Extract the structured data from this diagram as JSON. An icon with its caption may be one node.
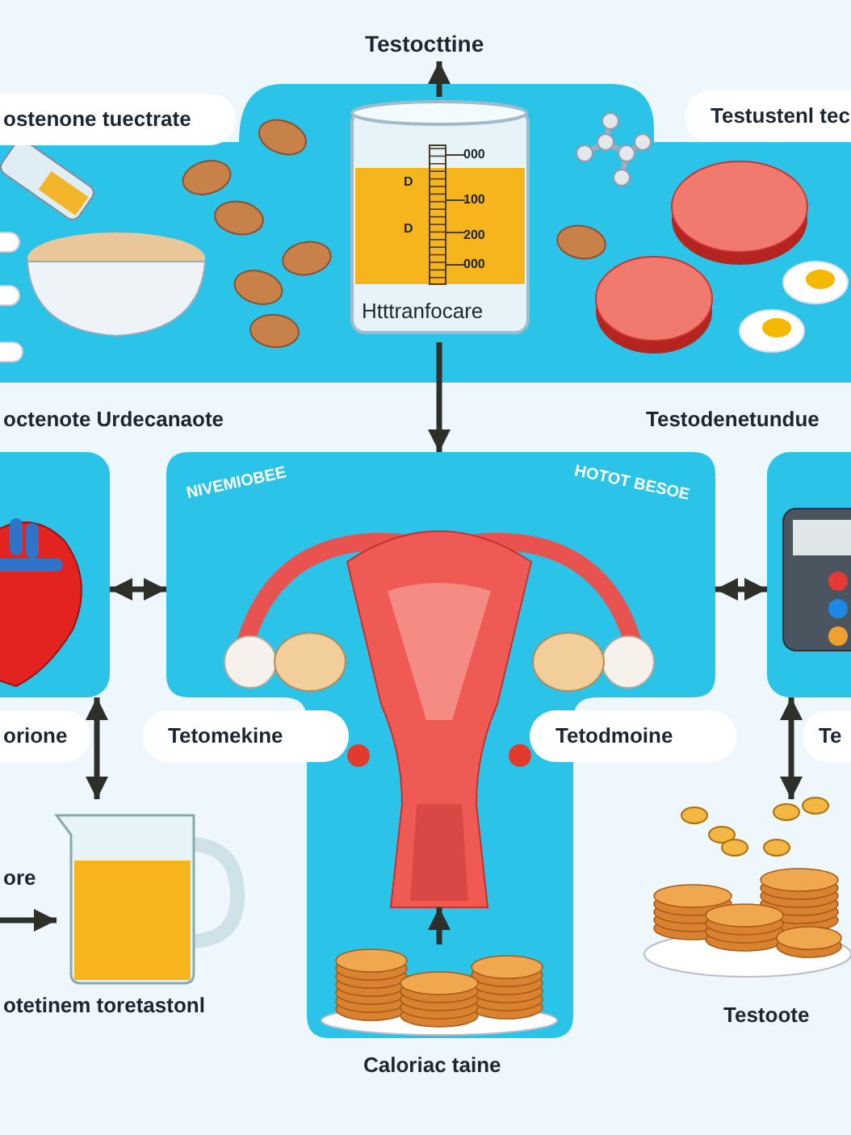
{
  "diagram": {
    "nodes": [
      {
        "text": [
          "Testocttine"
        ]
      },
      {
        "text": [
          "Htttranfocare"
        ]
      },
      {
        "text": [],
        "shape": "picture",
        "beside": [
          "octenote Urdecanaote"
        ]
      },
      {
        "text": [
          "NIVEMIOBEE",
          "HOTOT BESOE"
        ],
        "beside": [
          "Caloriac taine"
        ]
      },
      {
        "text": [],
        "shape": "picture",
        "in": 3
      },
      {
        "text": [],
        "shape": "picture",
        "in": 3
      },
      {
        "text": [],
        "shape": "picture",
        "beside": [
          "Testodenetundue"
        ]
      },
      {
        "text": [],
        "shape": "picture",
        "beside": [
          "otetinem toretastonl"
        ]
      },
      {
        "text": [],
        "shape": "picture",
        "beside": [
          "Testoote"
        ]
      }
    ],
    "edges": [
      {
        "from": 1,
        "to": 0,
        "arrow": "to"
      },
      {
        "from": 1,
        "to": 3,
        "arrow": "to"
      },
      {
        "from": 2,
        "to": 3,
        "arrow": "both"
      },
      {
        "from": 3,
        "to": 6,
        "arrow": "both"
      },
      {
        "from": 2,
        "to": 7,
        "arrow": "both"
      },
      {
        "from": 6,
        "to": 8,
        "arrow": "both"
      },
      {
        "from": null,
        "to": 7,
        "arrow": "to"
      },
      {
        "from": 5,
        "to": 4,
        "arrow": "to"
      }
    ],
    "labels": [
      "ostenone tuectrate",
      "Testustenl tec",
      "000",
      "D",
      "100",
      "D",
      "200",
      "000",
      "orione",
      "Tetomekine",
      "Tetodmoine",
      "Te",
      "ore"
    ]
  }
}
